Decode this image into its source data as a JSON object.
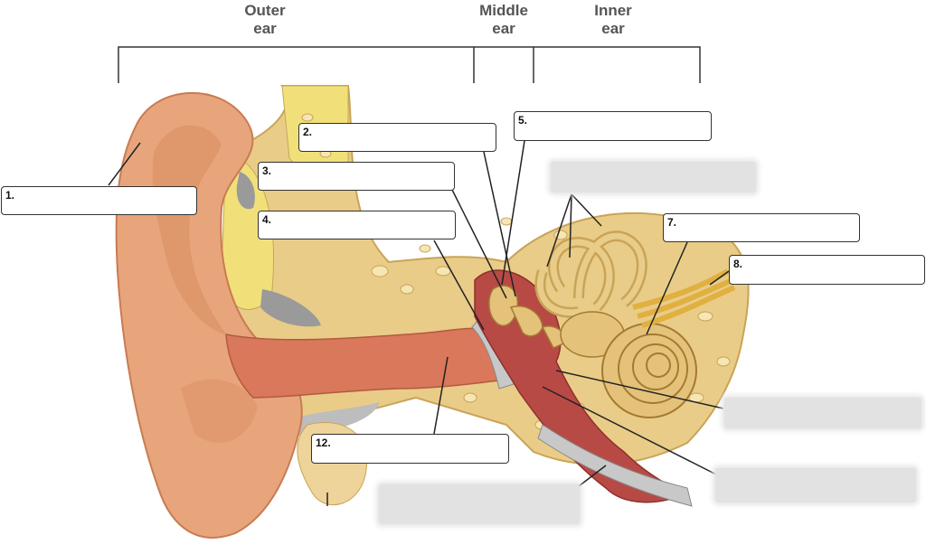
{
  "sections": {
    "outer": "Outer\near",
    "middle": "Middle\near",
    "inner": "Inner\near"
  },
  "labels": {
    "l1": "1.",
    "l2": "2.",
    "l3": "3.",
    "l4": "4.",
    "l5": "5.",
    "l7": "7.",
    "l8": "8.",
    "l12": "12."
  },
  "colors": {
    "skin": "#e8a57c",
    "skin_dark": "#c97b52",
    "bone": "#e9cc88",
    "bone_dark": "#c9a457",
    "canal": "#c94a44",
    "fat": "#f1e07a",
    "membrane": "#bfbfbf"
  }
}
